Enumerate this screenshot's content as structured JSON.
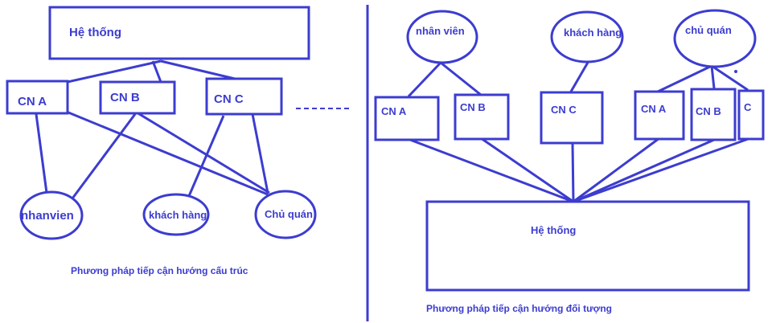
{
  "colors": {
    "stroke": "#3c3cd0",
    "background": "#ffffff"
  },
  "left": {
    "system": "Hệ thống",
    "cn_a": "CN A",
    "cn_b": "CN B",
    "cn_c": "CN C",
    "nhanvien": "nhanvien",
    "khachhang": "khách hàng",
    "chuquan": "Chủ quán",
    "caption": "Phương pháp tiếp cận hướng cấu trúc"
  },
  "right": {
    "nhanvien": "nhân viên",
    "khachhang": "khách hàng",
    "chuquan": "chủ quán",
    "cn_a1": "CN A",
    "cn_b1": "CN B",
    "cn_c": "CN C",
    "cn_a2": "CN A",
    "cn_b2": "CN B",
    "c": "C",
    "system": "Hệ thống",
    "caption": "Phương pháp tiếp cận hướng đối tượng"
  }
}
